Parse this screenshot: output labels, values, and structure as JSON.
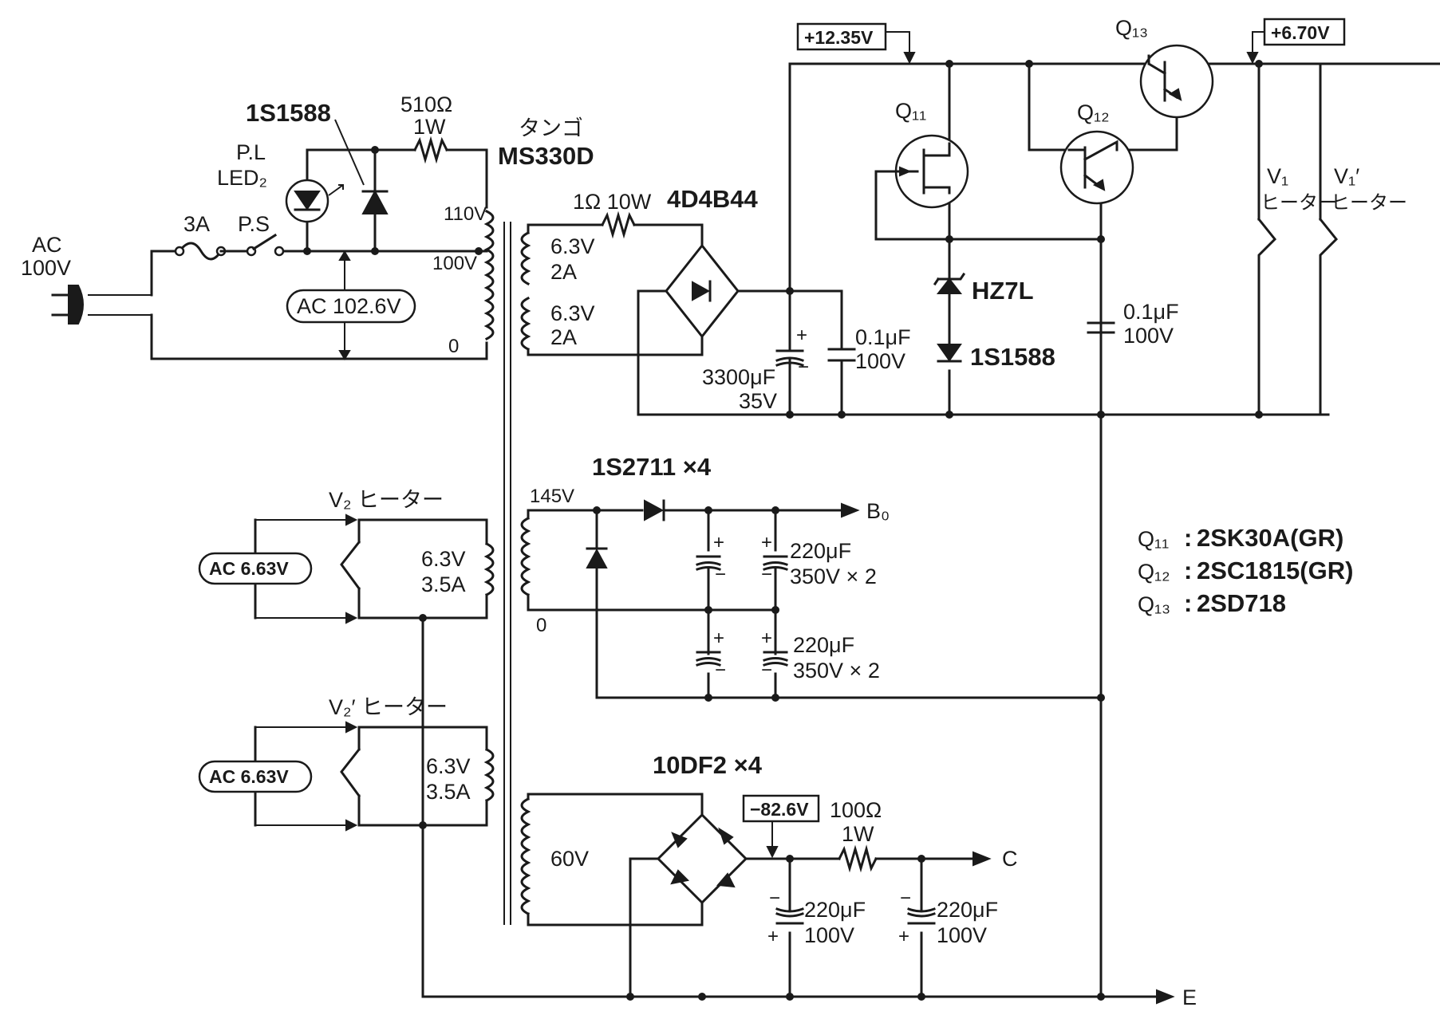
{
  "labels": {
    "ac_in": [
      "AC",
      "100V"
    ],
    "fuse": "3A",
    "power_switch": "P.S",
    "pilot_lamp": [
      "P.L",
      "LED₂"
    ],
    "led_diode": "1S1588",
    "resistor_510": [
      "510Ω",
      "1W"
    ],
    "transformer_maker": "タンゴ",
    "transformer_model": "MS330D",
    "tap_110": "110V",
    "tap_100": "100V",
    "tap_0": "0",
    "ac_measured": "AC 102.6V",
    "sec_a1": [
      "6.3V",
      "2A"
    ],
    "sec_a2": [
      "6.3V",
      "2A"
    ],
    "resistor_1ohm": "1Ω 10W",
    "bridge_a": "4D4B44",
    "cap_3300": [
      "3300μF",
      "35V"
    ],
    "cap_01_a": [
      "0.1μF",
      "100V"
    ],
    "zener": "HZ7L",
    "diode_1s1588": "1S1588",
    "cap_01_b": [
      "0.1μF",
      "100V"
    ],
    "v_plus_1235": "+12.35V",
    "v_plus_670": "+6.70V",
    "q11": "Q₁₁",
    "q12": "Q₁₂",
    "q13": "Q₁₃",
    "v1_heater": [
      "V₁",
      "ヒーター"
    ],
    "v1p_heater": [
      "V₁′",
      "ヒーター"
    ],
    "diodes_1s2711": "1S2711 ×4",
    "tap_145": "145V",
    "tap_0b": "0",
    "cap_220_350_a": [
      "220μF",
      "350V × 2"
    ],
    "cap_220_350_b": [
      "220μF",
      "350V × 2"
    ],
    "out_b0": "B₀",
    "v2_heater": "V₂ ヒーター",
    "ac_663_a": "AC 6.63V",
    "sec_b1": [
      "6.3V",
      "3.5A"
    ],
    "v2p_heater": "V₂′ ヒーター",
    "ac_663_b": "AC 6.63V",
    "sec_b2": [
      "6.3V",
      "3.5A"
    ],
    "diodes_10df2": "10DF2 ×4",
    "tap_60": "60V",
    "v_minus_826": "−82.6V",
    "resistor_100": [
      "100Ω",
      "1W"
    ],
    "out_c": "C",
    "cap_220_100_a": [
      "220μF",
      "100V"
    ],
    "cap_220_100_b": [
      "220μF",
      "100V"
    ],
    "out_e": "E"
  },
  "legend": [
    {
      "ref": "Q₁₁",
      "sep": ":",
      "part": "2SK30A(GR)"
    },
    {
      "ref": "Q₁₂",
      "sep": ":",
      "part": "2SC1815(GR)"
    },
    {
      "ref": "Q₁₃",
      "sep": ":",
      "part": "2SD718"
    }
  ]
}
